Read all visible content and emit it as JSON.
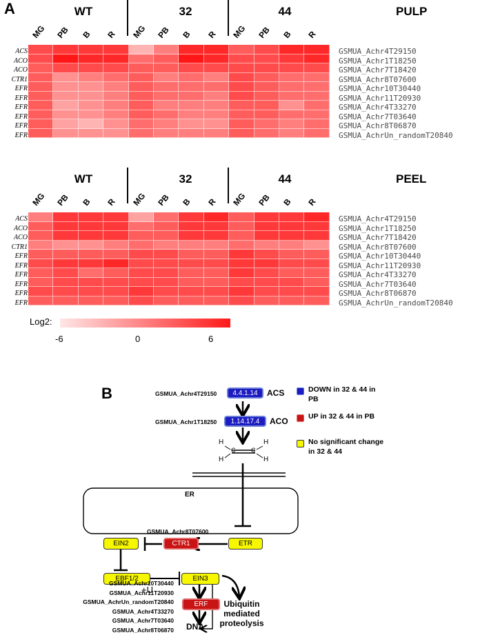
{
  "panelA": {
    "letter": "A",
    "log_label": "Log2:",
    "scale_ticks": [
      "-6",
      "0",
      "6"
    ],
    "top": {
      "groups": [
        "WT",
        "32",
        "44"
      ],
      "tissue": "PULP",
      "columns": [
        "MG",
        "PB",
        "B",
        "R",
        "MG",
        "PB",
        "B",
        "R",
        "MG",
        "PB",
        "B",
        "R"
      ],
      "rows": [
        "ACS",
        "ACO",
        "ACO",
        "CTR1",
        "EFR",
        "EFR",
        "EFR",
        "EFR",
        "EFR",
        "EFR"
      ],
      "genes": [
        "GSMUA_Achr4T29150",
        "GSMUA_Achr1T18250",
        "GSMUA_Achr7T18420",
        "GSMUA_Achr8T07600",
        "GSMUA_Achr10T30440",
        "GSMUA_Achr11T20930",
        "GSMUA_Achr4T33270",
        "GSMUA_Achr7T03640",
        "GSMUA_Achr8T06870",
        "GSMUA_AchrUn_randomT20840"
      ]
    },
    "bottom": {
      "groups": [
        "WT",
        "32",
        "44"
      ],
      "tissue": "PEEL",
      "columns": [
        "MG",
        "PB",
        "B",
        "R",
        "MG",
        "PB",
        "B",
        "R",
        "MG",
        "PB",
        "B",
        "R"
      ],
      "rows": [
        "ACS",
        "ACO",
        "ACO",
        "CTR1",
        "EFR",
        "EFR",
        "EFR",
        "EFR",
        "EFR",
        "EFR"
      ],
      "genes": [
        "GSMUA_Achr4T29150",
        "GSMUA_Achr1T18250",
        "GSMUA_Achr7T18420",
        "GSMUA_Achr8T07600",
        "GSMUA_Achr10T30440",
        "GSMUA_Achr11T20930",
        "GSMUA_Achr4T33270",
        "GSMUA_Achr7T03640",
        "GSMUA_Achr8T06870",
        "GSMUA_AchrUn_randomT20840"
      ]
    }
  },
  "chart_data": [
    {
      "type": "heatmap",
      "title": "PULP",
      "x": [
        "MG",
        "PB",
        "B",
        "R",
        "MG",
        "PB",
        "B",
        "R",
        "MG",
        "PB",
        "B",
        "R"
      ],
      "y": [
        "ACS",
        "ACO",
        "ACO",
        "CTR1",
        "EFR",
        "EFR",
        "EFR",
        "EFR",
        "EFR",
        "EFR"
      ],
      "scale": [
        -6,
        6
      ],
      "values": [
        [
          3,
          4,
          4,
          4,
          -3,
          0,
          5,
          5,
          2,
          3,
          5,
          5
        ],
        [
          3,
          6,
          5,
          5,
          1,
          2,
          6,
          5,
          3,
          3,
          4,
          5
        ],
        [
          2,
          3,
          3,
          3,
          2,
          2,
          3,
          3,
          3,
          3,
          3,
          3
        ],
        [
          2,
          -1,
          0,
          1,
          2,
          0,
          1,
          0,
          3,
          2,
          1,
          1
        ],
        [
          2,
          -1,
          -1,
          0,
          2,
          1,
          1,
          1,
          3,
          2,
          1,
          1
        ],
        [
          2,
          -1,
          -1,
          0,
          2,
          1,
          1,
          0,
          3,
          2,
          1,
          1
        ],
        [
          2,
          -2,
          -1,
          0,
          2,
          0,
          0,
          0,
          2,
          2,
          -1,
          1
        ],
        [
          2,
          -1,
          -1,
          0,
          2,
          1,
          0,
          0,
          2,
          2,
          1,
          1
        ],
        [
          2,
          -2,
          -3,
          -1,
          1,
          0,
          -1,
          -1,
          2,
          1,
          0,
          1
        ],
        [
          2,
          -1,
          -1,
          -1,
          1,
          0,
          0,
          0,
          2,
          1,
          0,
          1
        ]
      ]
    },
    {
      "type": "heatmap",
      "title": "PEEL",
      "x": [
        "MG",
        "PB",
        "B",
        "R",
        "MG",
        "PB",
        "B",
        "R",
        "MG",
        "PB",
        "B",
        "R"
      ],
      "y": [
        "ACS",
        "ACO",
        "ACO",
        "CTR1",
        "EFR",
        "EFR",
        "EFR",
        "EFR",
        "EFR",
        "EFR"
      ],
      "scale": [
        -6,
        6
      ],
      "values": [
        [
          0,
          4,
          4,
          4,
          -2,
          1,
          4,
          5,
          2,
          4,
          4,
          5
        ],
        [
          2,
          4,
          4,
          4,
          1,
          2,
          4,
          4,
          2,
          4,
          4,
          4
        ],
        [
          2,
          4,
          4,
          4,
          2,
          2,
          4,
          4,
          2,
          4,
          4,
          4
        ],
        [
          0,
          -1,
          -1,
          0,
          1,
          0,
          0,
          0,
          1,
          0,
          0,
          -1
        ],
        [
          2,
          2,
          2,
          2,
          3,
          3,
          2,
          2,
          4,
          3,
          2,
          2
        ],
        [
          3,
          4,
          4,
          5,
          3,
          3,
          3,
          3,
          4,
          4,
          3,
          3
        ],
        [
          2,
          3,
          1,
          2,
          3,
          3,
          2,
          2,
          4,
          3,
          2,
          2
        ],
        [
          2,
          3,
          3,
          3,
          3,
          3,
          2,
          2,
          3,
          3,
          3,
          2
        ],
        [
          3,
          3,
          3,
          3,
          4,
          3,
          3,
          3,
          4,
          3,
          3,
          3
        ],
        [
          2,
          2,
          2,
          2,
          3,
          2,
          2,
          2,
          3,
          2,
          2,
          2
        ]
      ]
    }
  ],
  "panelB": {
    "letter": "B",
    "acs_gene": "GSMUA_Achr4T29150",
    "acs_ec": "4.4.1.14",
    "acs_name": "ACS",
    "aco_gene": "GSMUA_Achr1T18250",
    "aco_ec": "1.14.17.4",
    "aco_name": "ACO",
    "ethylene": {
      "h": "H",
      "c": "C"
    },
    "er": "ER",
    "ctr1_gene": "GSMUA_Achr8T07600",
    "ein2": "EIN2",
    "ctr1": "CTR1",
    "etr": "ETR",
    "ebf": "EBF1/2",
    "ein3": "EIN3",
    "plus_u": "+U",
    "erf": "ERF",
    "dna": "DNA",
    "ubiquitin": "Ubiquitin\nmediated\nproteolysis",
    "erf_genes": [
      "GSMUA_Achr10T30440",
      "GSMUA_Achr11T20930",
      "GSMUA_AchrUn_randomT20840",
      "GSMUA_Achr4T33270",
      "GSMUA_Achr7T03640",
      "GSMUA_Achr8T06870"
    ],
    "legend": [
      {
        "text": "DOWN in 32 & 44 in PB",
        "color": "#1c1cc0"
      },
      {
        "text": "UP in 32 & 44 in PB",
        "color": "#c81414"
      },
      {
        "text": "No significant change in 32 & 44",
        "color": "#f7f700"
      }
    ]
  }
}
